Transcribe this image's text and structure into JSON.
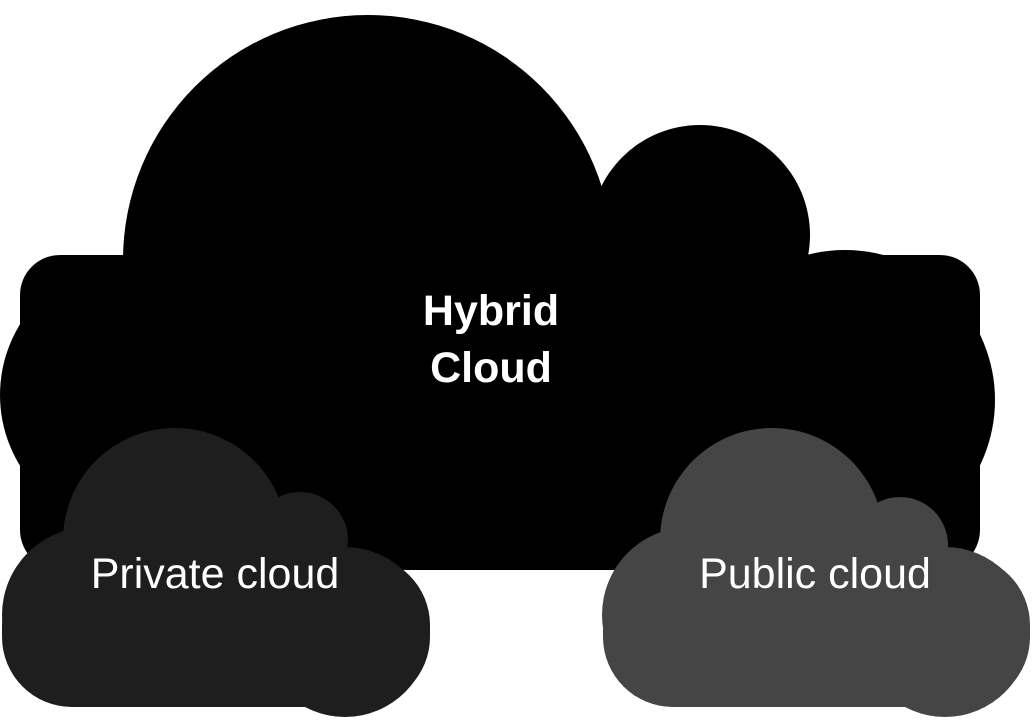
{
  "hybrid_cloud": {
    "title_line1": "Hybrid",
    "title_line2": "Cloud",
    "color": "#000000"
  },
  "private_cloud": {
    "label": "Private cloud",
    "color": "#1e1e1e"
  },
  "public_cloud": {
    "label": "Public cloud",
    "color": "#454545"
  },
  "connector": {
    "type": "bidirectional-arrow",
    "color": "#ffffff"
  }
}
